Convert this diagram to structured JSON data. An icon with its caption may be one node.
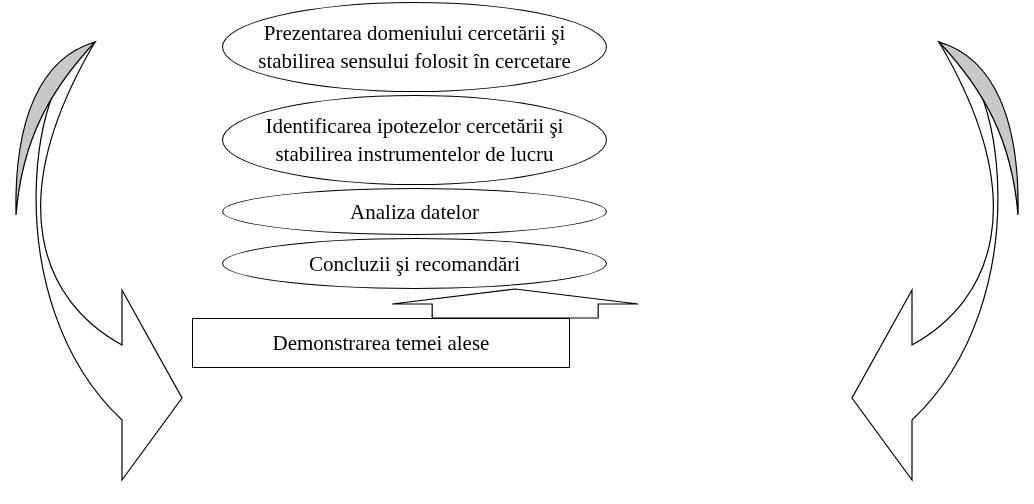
{
  "diagram": {
    "nodes": [
      {
        "text": [
          "Prezentarea domeniului cercetării şi stabilirea sensului folosit în cercetare"
        ]
      },
      {
        "text": [
          "Identificarea ipotezelor cercetării şi stabilirea instrumentelor de lucru"
        ]
      },
      {
        "text": [
          "Analiza datelor"
        ]
      },
      {
        "text": [
          "Concluzii şi recomandări"
        ]
      },
      {
        "text": [
          "Demonstrarea temei alese"
        ]
      }
    ],
    "edges": [
      {
        "from": 4,
        "to": 3,
        "arrow": "to",
        "style": "thick"
      }
    ]
  }
}
